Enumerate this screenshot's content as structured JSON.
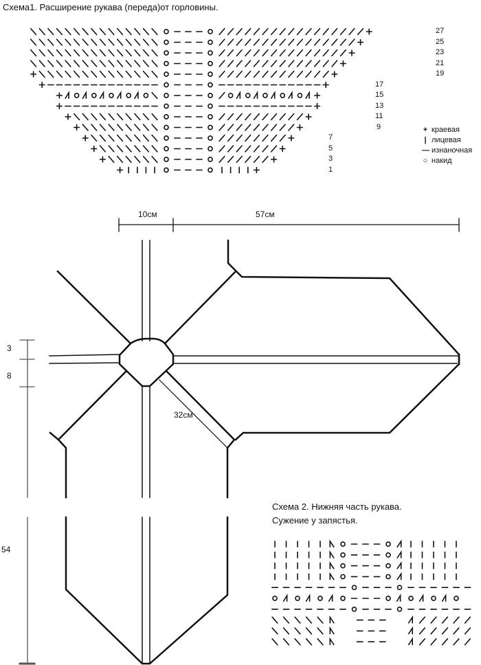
{
  "scheme1": {
    "title": "Схема1. Расширение рукава (переда)от горловины.",
    "rows": [
      {
        "num": "27",
        "left": "\\\\\\\\\\\\\\\\\\\\\\\\\\\\\\",
        "right": "/////////////////+",
        "left_edge": false
      },
      {
        "num": "25",
        "left": "\\\\\\\\\\\\\\\\\\\\\\\\\\\\\\",
        "right": "////////////////+",
        "left_edge": false
      },
      {
        "num": "23",
        "left": "\\\\\\\\\\\\\\\\\\\\\\\\\\\\\\",
        "right": "///////////////+",
        "left_edge": false
      },
      {
        "num": "21",
        "left": "\\\\\\\\\\\\\\\\\\\\\\\\\\\\\\",
        "right": "//////////////+",
        "left_edge": false
      },
      {
        "num": "19",
        "left": "+\\\\\\\\\\\\\\\\\\\\\\\\\\\\",
        "right": "/////////////+",
        "left_edge": true
      },
      {
        "num": "17",
        "left": "+-------------",
        "right": "------------+",
        "left_edge": true
      },
      {
        "num": "15",
        "left": "+LoLoLoLoLo\\",
        "right": "/oLoLoLoLoL+",
        "left_edge": true
      },
      {
        "num": "13",
        "left": "+-----------",
        "right": "-----------+",
        "left_edge": true
      },
      {
        "num": "11",
        "left": "+\\\\\\\\\\\\\\\\\\\\",
        "right": "//////////+",
        "left_edge": true
      },
      {
        "num": "9",
        "left": "+\\\\\\\\\\\\\\\\\\",
        "right": "/////////+",
        "left_edge": true
      },
      {
        "num": "7",
        "left": "+\\\\\\\\\\\\\\\\",
        "right": "////////+",
        "left_edge": true
      },
      {
        "num": "5",
        "left": "+\\\\\\\\\\\\\\",
        "right": "///////+",
        "left_edge": true
      },
      {
        "num": "3",
        "left": "+\\\\\\\\\\\\",
        "right": "//////+",
        "left_edge": true
      },
      {
        "num": "1",
        "left": "+||||",
        "right": "||||+",
        "left_edge": true
      }
    ],
    "center": "o---o"
  },
  "legend": [
    {
      "symbol": "+",
      "icon": "edge-stitch-icon",
      "label": "краевая"
    },
    {
      "symbol": "|",
      "icon": "knit-stitch-icon",
      "label": "лицевая"
    },
    {
      "symbol": "—",
      "icon": "purl-stitch-icon",
      "label": "изнаночная"
    },
    {
      "symbol": "o",
      "icon": "yarn-over-icon",
      "label": "накид"
    }
  ],
  "dimensions": {
    "top_left": "10см",
    "top_right": "57см",
    "diagonal": "32см",
    "left_a": "3",
    "left_b": "8",
    "left_c": "54"
  },
  "scheme2": {
    "title_line1": "Схема 2. Нижняя часть рукава.",
    "title_line2": "Сужение у запястья.",
    "rows": [
      "|||||Ko---oD|||||",
      "|||||Ko---oD|||||",
      "|||||Ko---oD|||||",
      "|||||Ko---oD|||||",
      "-------o---o------",
      "oLoLoLo---oLoLoLo",
      "-------o---o------",
      "\\\\\\\\\\A _---_ V/////",
      "\\\\\\\\\\A _---_ V/////",
      "\\\\\\\\\\A _---_ V/////"
    ]
  }
}
